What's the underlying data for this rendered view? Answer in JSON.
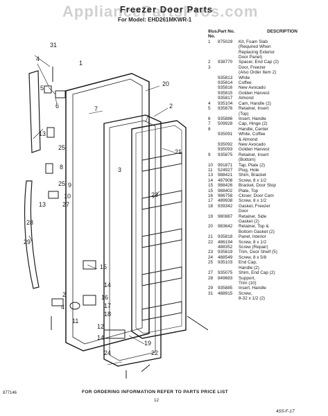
{
  "watermark": "AppliancePartsPros.com",
  "title": "Freezer Door Parts",
  "model_line": "For Model: EHD261MKWR-1",
  "table": {
    "headers": [
      "Illus. No.",
      "Part No.",
      "DESCRIPTION"
    ],
    "rows": [
      [
        "1",
        "875029",
        "Kit, Foam Slab"
      ],
      [
        "",
        "",
        "(Required When"
      ],
      [
        "",
        "",
        "Replacing Exterior"
      ],
      [
        "",
        "",
        "Door Panel)"
      ],
      [
        "2",
        "938770",
        "Spacer, End Cap (2)"
      ],
      [
        "3",
        "",
        "Door, Freezer"
      ],
      [
        "",
        "",
        "(Also Order Item 2)"
      ],
      [
        "",
        "935813",
        "White"
      ],
      [
        "",
        "935814",
        "Coffee"
      ],
      [
        "",
        "935816",
        "New Avocado"
      ],
      [
        "",
        "935815",
        "Golden Harvest"
      ],
      [
        "",
        "935817",
        "Almond"
      ],
      [
        "4",
        "935104",
        "Cam, Handle (2)"
      ],
      [
        "5",
        "935876",
        "Retainer, Insert"
      ],
      [
        "",
        "",
        "(Top)"
      ],
      [
        "6",
        "935886",
        "Insert, Handle"
      ],
      [
        "7",
        "509928",
        "Cap, Hinge (2)"
      ],
      [
        "8",
        "",
        "Handle, Center"
      ],
      [
        "",
        "935091",
        "White, Coffee"
      ],
      [
        "",
        "",
        "& Almond"
      ],
      [
        "",
        "935092",
        "New Avocado"
      ],
      [
        "",
        "935093",
        "Golden Harvest"
      ],
      [
        "9",
        "935875",
        "Retainer, Insert"
      ],
      [
        "",
        "",
        "(Bottom)"
      ],
      [
        "10",
        "991871",
        "Tap, Plate (2)"
      ],
      [
        "11",
        "524927",
        "Plug, Hole"
      ],
      [
        "13",
        "988421",
        "Shim, Bracket"
      ],
      [
        "14",
        "487908",
        "Screw, 8 x 1/2"
      ],
      [
        "15",
        "988426",
        "Bracket, Door Stop"
      ],
      [
        "15",
        "988402",
        "Plate, Top"
      ],
      [
        "16",
        "986758",
        "Closer, Door Cam"
      ],
      [
        "17",
        "489938",
        "Screw, 8 x 1/2"
      ],
      [
        "18",
        "939342",
        "Gasket, Freezer"
      ],
      [
        "",
        "",
        "Door"
      ],
      [
        "19",
        "980887",
        "Retainer, Side"
      ],
      [
        "",
        "",
        "Gasket (2)"
      ],
      [
        "20",
        "983642",
        "Retainer, Top &"
      ],
      [
        "",
        "",
        "Bottom Gasket (2)"
      ],
      [
        "21",
        "935818",
        "Panel, Interior"
      ],
      [
        "22",
        "486194",
        "Screw, 8 x 1/2"
      ],
      [
        "",
        "488352",
        "Screw (Repair)"
      ],
      [
        "23",
        "935819",
        "Trim, Door Shelf (5)"
      ],
      [
        "24",
        "488549",
        "Screw, 8 x 5/8"
      ],
      [
        "25",
        "935103",
        "End Cap,"
      ],
      [
        "",
        "",
        "Handle (2)"
      ],
      [
        "27",
        "935075",
        "Shim, End Cap (2)"
      ],
      [
        "28",
        "849683",
        "Support,"
      ],
      [
        "",
        "",
        "Trim (10)"
      ],
      [
        "29",
        "935885",
        "Insert, Handle"
      ],
      [
        "31",
        "488915",
        "Screw,"
      ],
      [
        "",
        "",
        "8-32 x 1/2 (2)"
      ]
    ]
  },
  "callouts": [
    "31",
    "4",
    "5",
    "6",
    "1",
    "7",
    "20",
    "2",
    "13",
    "25",
    "8",
    "21",
    "9",
    "3",
    "10",
    "25",
    "23",
    "27",
    "13",
    "28",
    "29",
    "15",
    "14",
    "16",
    "17",
    "18",
    "2",
    "4",
    "11",
    "12",
    "14",
    "19",
    "24",
    "22"
  ],
  "footer": "FOR ORDERING INFORMATION REFER TO PARTS PRICE LIST",
  "page_number": "12",
  "left_code": "877146",
  "hand_note": "4S5-F-17"
}
